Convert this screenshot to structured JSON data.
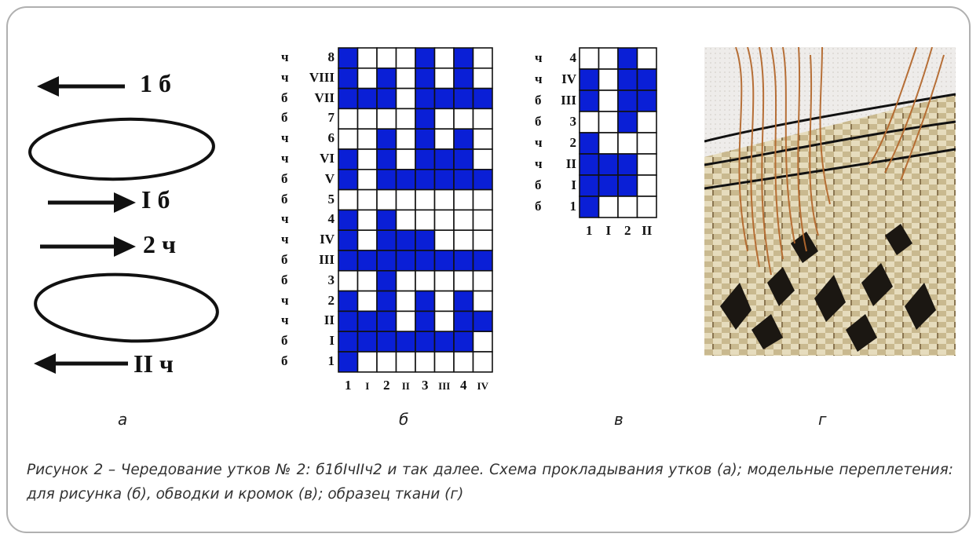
{
  "panel_a": {
    "arrow_1_label": "1 б",
    "arrow_2_label": "I б",
    "arrow_3_label": "2 ч",
    "arrow_4_label": "II ч",
    "letter": "а"
  },
  "panel_b": {
    "letter": "б",
    "row_codes": [
      "ч",
      "ч",
      "б",
      "б",
      "ч",
      "ч",
      "б",
      "б",
      "ч",
      "ч",
      "б",
      "б",
      "ч",
      "ч",
      "б",
      "б"
    ],
    "row_numbers": [
      "8",
      "VIII",
      "VII",
      "7",
      "6",
      "VI",
      "V",
      "5",
      "4",
      "IV",
      "III",
      "3",
      "2",
      "II",
      "I",
      "1"
    ],
    "col_labels": [
      "1",
      "I",
      "2",
      "II",
      "3",
      "III",
      "4",
      "IV"
    ],
    "grid": [
      [
        1,
        0,
        0,
        0,
        1,
        0,
        1,
        0
      ],
      [
        1,
        0,
        1,
        0,
        1,
        0,
        1,
        0
      ],
      [
        1,
        1,
        1,
        0,
        1,
        1,
        1,
        1
      ],
      [
        0,
        0,
        0,
        0,
        1,
        0,
        0,
        0
      ],
      [
        0,
        0,
        1,
        0,
        1,
        0,
        1,
        0
      ],
      [
        1,
        0,
        1,
        0,
        1,
        1,
        1,
        0
      ],
      [
        1,
        0,
        1,
        1,
        1,
        1,
        1,
        1
      ],
      [
        0,
        0,
        0,
        0,
        0,
        0,
        0,
        0
      ],
      [
        1,
        0,
        1,
        0,
        0,
        0,
        0,
        0
      ],
      [
        1,
        0,
        1,
        1,
        1,
        0,
        0,
        0
      ],
      [
        1,
        1,
        1,
        1,
        1,
        1,
        1,
        1
      ],
      [
        0,
        0,
        1,
        0,
        0,
        0,
        0,
        0
      ],
      [
        1,
        0,
        1,
        0,
        1,
        0,
        1,
        0
      ],
      [
        1,
        1,
        1,
        0,
        1,
        0,
        1,
        1
      ],
      [
        1,
        1,
        1,
        1,
        1,
        1,
        1,
        0
      ],
      [
        1,
        0,
        0,
        0,
        0,
        0,
        0,
        0
      ]
    ]
  },
  "panel_c": {
    "letter": "в",
    "row_codes": [
      "ч",
      "ч",
      "б",
      "б",
      "ч",
      "ч",
      "б",
      "б"
    ],
    "row_numbers": [
      "4",
      "IV",
      "III",
      "3",
      "2",
      "II",
      "I",
      "1"
    ],
    "col_labels": [
      "1",
      "I",
      "2",
      "II"
    ],
    "grid": [
      [
        0,
        0,
        1,
        0
      ],
      [
        1,
        0,
        1,
        1
      ],
      [
        1,
        0,
        1,
        1
      ],
      [
        0,
        0,
        1,
        0
      ],
      [
        1,
        0,
        0,
        0
      ],
      [
        1,
        1,
        1,
        0
      ],
      [
        1,
        1,
        1,
        0
      ],
      [
        1,
        0,
        0,
        0
      ]
    ]
  },
  "panel_d": {
    "letter": "г"
  },
  "colors": {
    "filled": "#0a1fd6",
    "empty": "#ffffff",
    "grid_line": "#111111"
  },
  "caption": "Рисунок 2 – Чередование утков № 2: б1бIчIIч2 и так далее. Схема прокладывания утков (а); модельные переплетения: для рисунка (б), обводки и кромок (в); образец ткани (г)"
}
